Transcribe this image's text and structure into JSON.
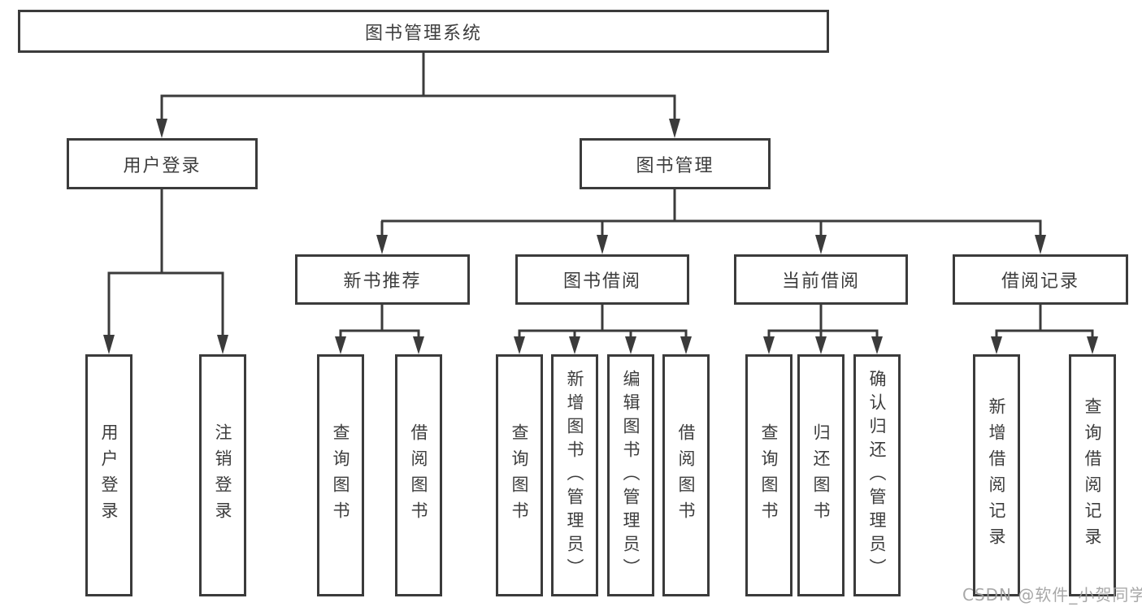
{
  "canvas": {
    "background": "#ffffff",
    "line_color": "#3b3b3b",
    "box_border_color": "#3b3b3b",
    "text_color": "#3d3d3d"
  },
  "tree": {
    "root": {
      "label": "图书管理系统"
    },
    "branches": [
      {
        "label": "用户登录",
        "children": [
          {
            "label": "用户登录"
          },
          {
            "label": "注销登录"
          }
        ]
      },
      {
        "label": "图书管理",
        "children": [
          {
            "label": "新书推荐",
            "children": [
              {
                "label": "查询图书"
              },
              {
                "label": "借阅图书"
              }
            ]
          },
          {
            "label": "图书借阅",
            "children": [
              {
                "label": "查询图书"
              },
              {
                "label": "新增图书（管理员）"
              },
              {
                "label": "编辑图书（管理员）"
              },
              {
                "label": "借阅图书"
              }
            ]
          },
          {
            "label": "当前借阅",
            "children": [
              {
                "label": "查询图书"
              },
              {
                "label": "归还图书"
              },
              {
                "label": "确认归还（管理员）"
              }
            ]
          },
          {
            "label": "借阅记录",
            "children": [
              {
                "label": "新增借阅记录"
              },
              {
                "label": "查询借阅记录"
              }
            ]
          }
        ]
      }
    ]
  },
  "watermark": {
    "text": "CSDN @软件_小贺同学",
    "color": "#9e9e9e"
  }
}
